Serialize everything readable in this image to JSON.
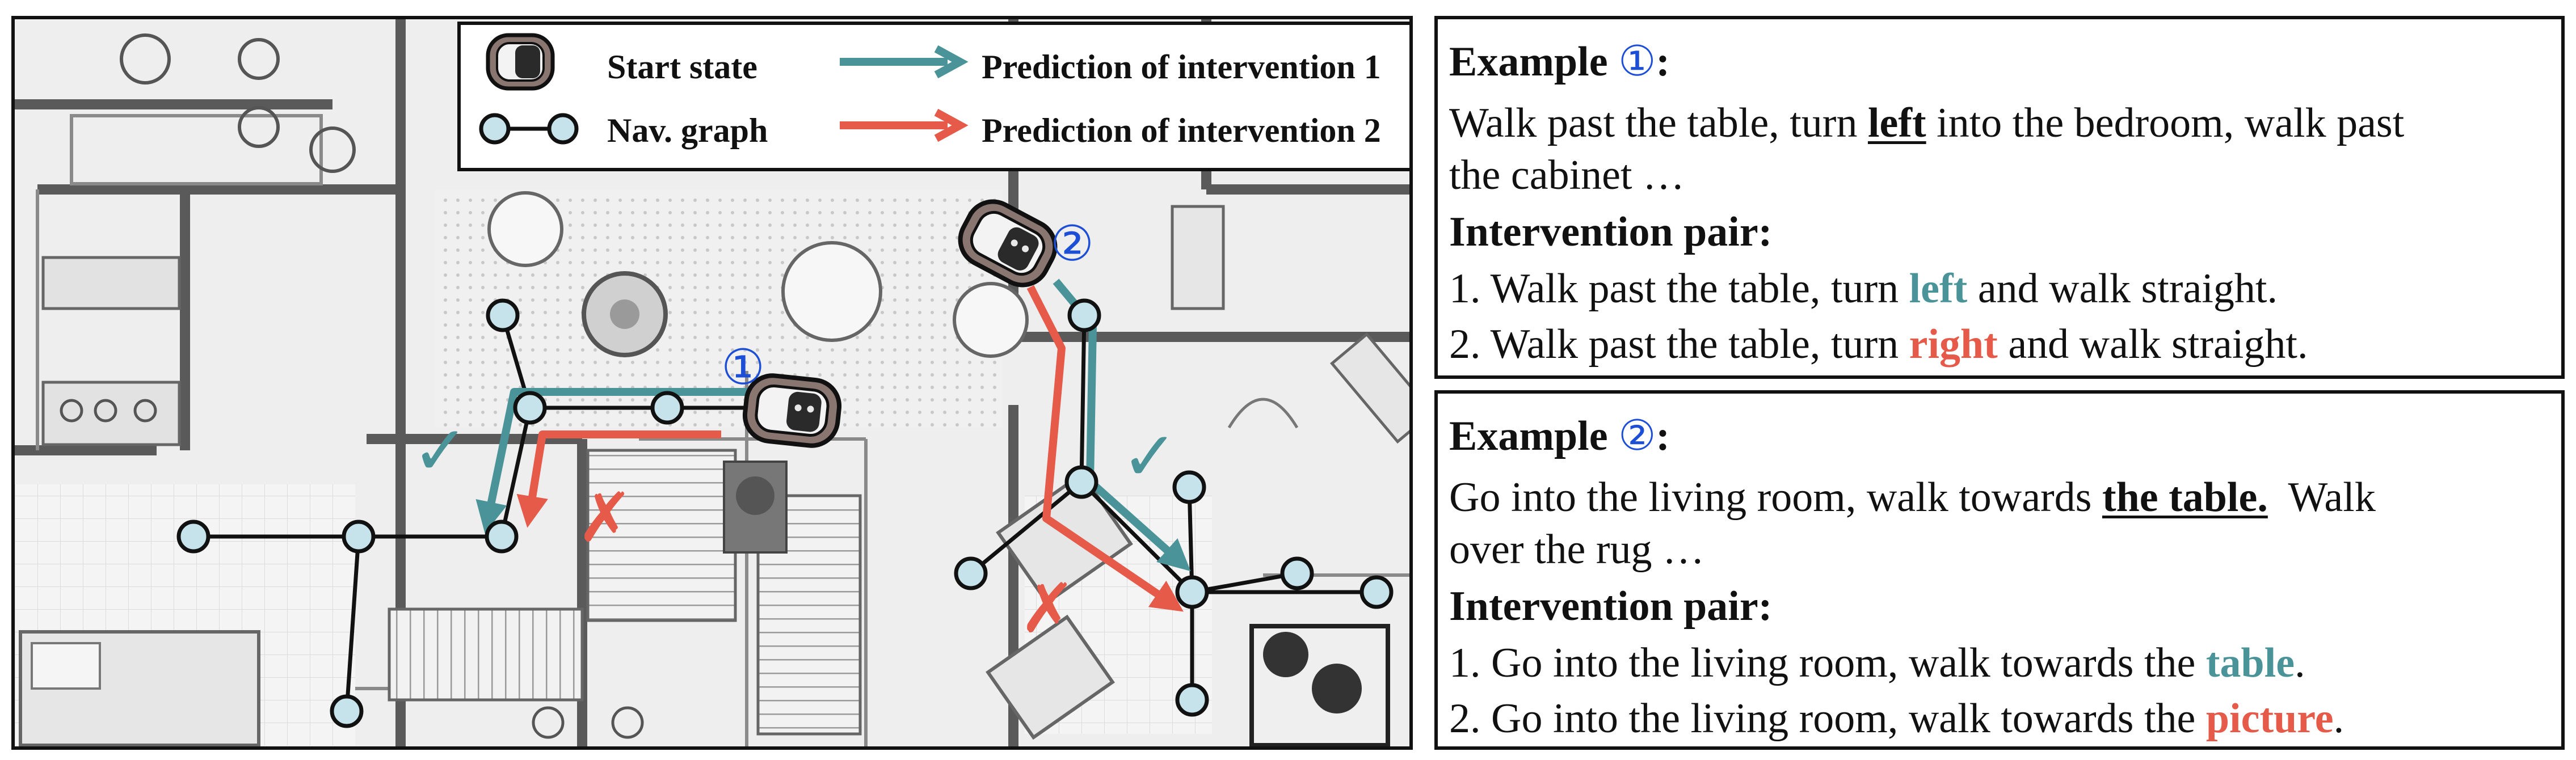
{
  "legend": {
    "start_state": "Start state",
    "nav_graph": "Nav. graph",
    "prediction_1": "Prediction of intervention 1",
    "prediction_2": "Prediction of intervention 2"
  },
  "map": {
    "marker_1": "①",
    "marker_2": "②",
    "check_mark": "✓",
    "cross_mark": "✗"
  },
  "example1": {
    "title": "Example",
    "number": "①",
    "title_colon": ":",
    "instr_a": "Walk past the table, turn ",
    "instr_key": "left",
    "instr_b": " into the bedroom, walk past",
    "instr_c": "the cabinet …",
    "pair_title": "Intervention pair:",
    "p1_a": "1. Walk past the table, turn ",
    "p1_key": "left",
    "p1_b": " and walk straight.",
    "p2_a": "2. Walk past the table, turn ",
    "p2_key": "right",
    "p2_b": " and walk straight."
  },
  "example2": {
    "title": "Example",
    "number": "②",
    "title_colon": ":",
    "instr_a": "Go into the living room, walk towards ",
    "instr_key": "the table.",
    "instr_b": "  Walk",
    "instr_c": "over the rug …",
    "pair_title": "Intervention pair:",
    "p1_a": "1. Go into the living room, walk towards the ",
    "p1_key": "table",
    "p1_b": ".",
    "p2_a": "2. Go into the living room, walk towards the ",
    "p2_key": "picture",
    "p2_b": "."
  },
  "colors": {
    "teal": "#4a9499",
    "red": "#e55a48",
    "node_fill": "#c6e3ec",
    "circled_number": "#1d4fd6"
  }
}
